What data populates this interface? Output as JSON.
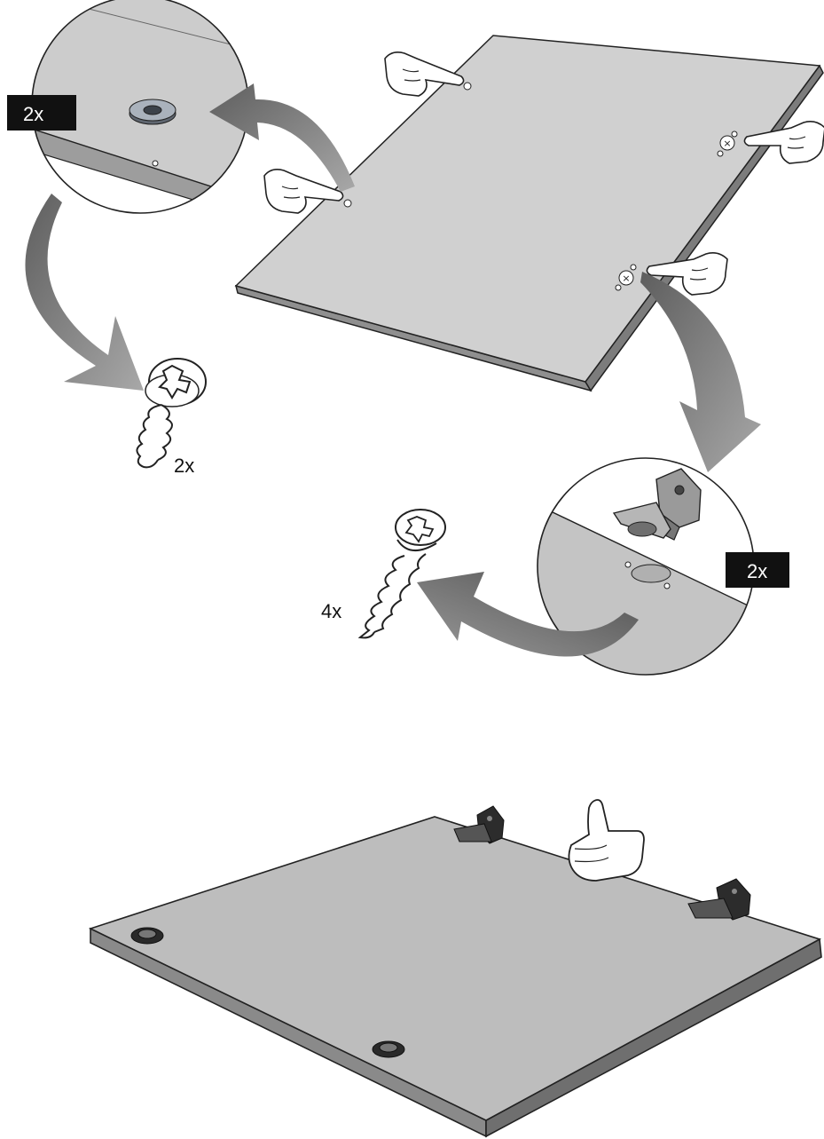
{
  "badges": {
    "washer_qty": "2x",
    "hinge_qty": "2x"
  },
  "labels": {
    "pan_screw_qty": "2x",
    "countersunk_screw_qty": "4x"
  },
  "colors": {
    "panel_top": "#cfcfcf",
    "panel_edge": "#9b9b9b",
    "panel_finished_top": "#bdbdbd",
    "badge_bg": "#111111",
    "arrow": "#7a7a7a",
    "outline": "#222222"
  },
  "icons": [
    "pointing-hand-icon",
    "thumbs-up-icon",
    "curved-arrow-icon",
    "pan-head-screw-icon",
    "countersunk-screw-icon",
    "washer-icon",
    "hinge-icon"
  ]
}
